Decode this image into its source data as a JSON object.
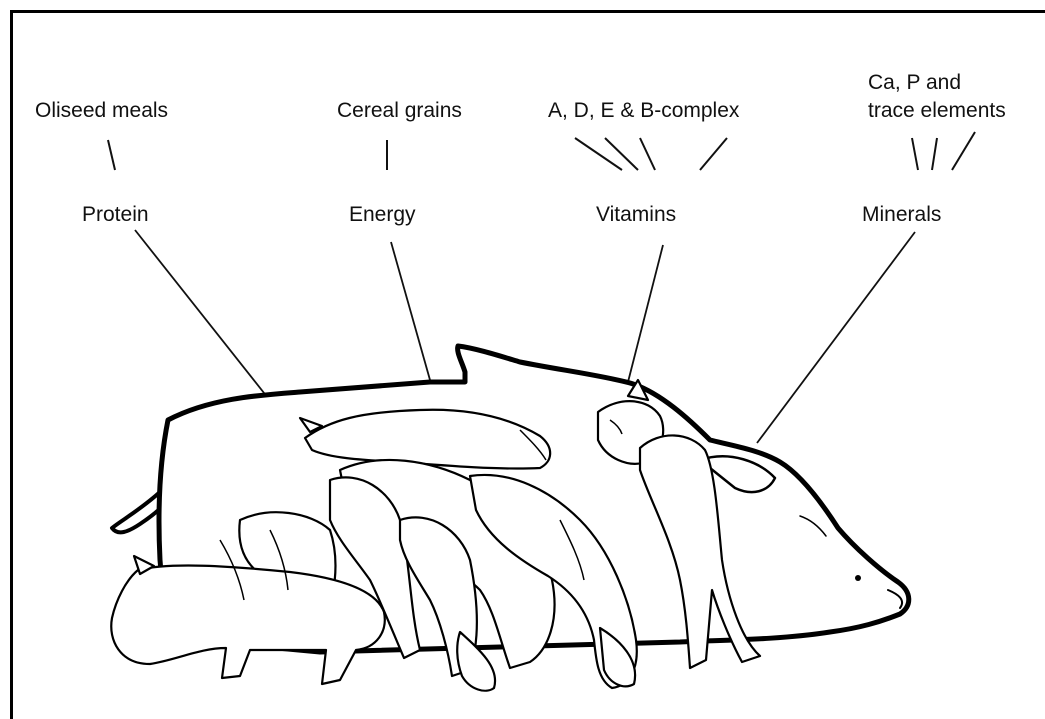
{
  "nutrient_diagram": {
    "sources": {
      "protein_source": "Oliseed meals",
      "energy_source": "Cereal grains",
      "vitamin_source": "A, D, E & B-complex",
      "mineral_source_line1": "Ca, P and",
      "mineral_source_line2": "trace elements"
    },
    "categories": {
      "protein": "Protein",
      "energy": "Energy",
      "vitamins": "Vitamins",
      "minerals": "Minerals"
    },
    "illustration": "sow-nursing-piglets-drawing"
  }
}
